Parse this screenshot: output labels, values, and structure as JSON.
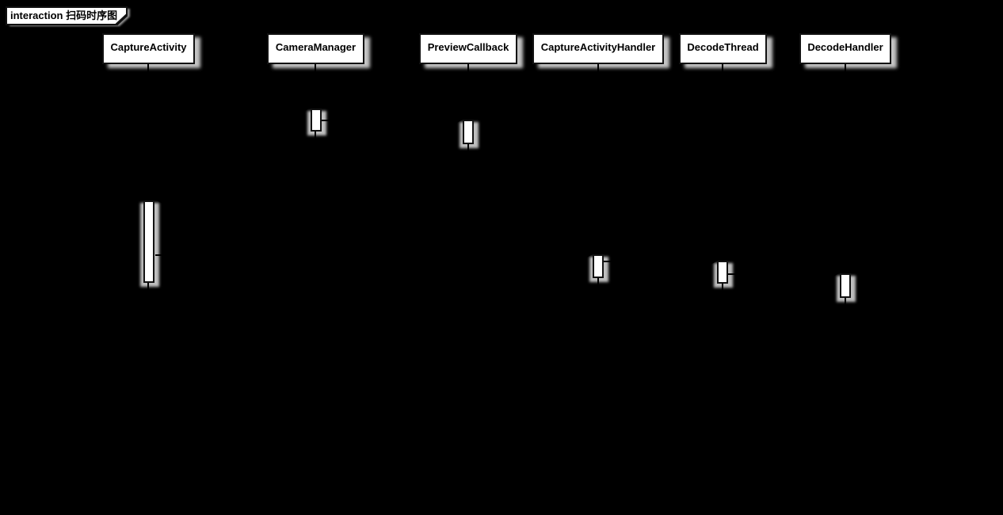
{
  "frame": {
    "keyword": "interaction",
    "title": "扫码时序图"
  },
  "participants": [
    {
      "name": "CaptureActivity"
    },
    {
      "name": "CameraManager"
    },
    {
      "name": "PreviewCallback"
    },
    {
      "name": "CaptureActivityHandler"
    },
    {
      "name": "DecodeThread"
    },
    {
      "name": "DecodeHandler"
    }
  ],
  "colors": {
    "background": "#000000",
    "box_fill": "#ffffff",
    "line": "#111111",
    "shadow": "#c4c4c4",
    "text": "#000000"
  }
}
